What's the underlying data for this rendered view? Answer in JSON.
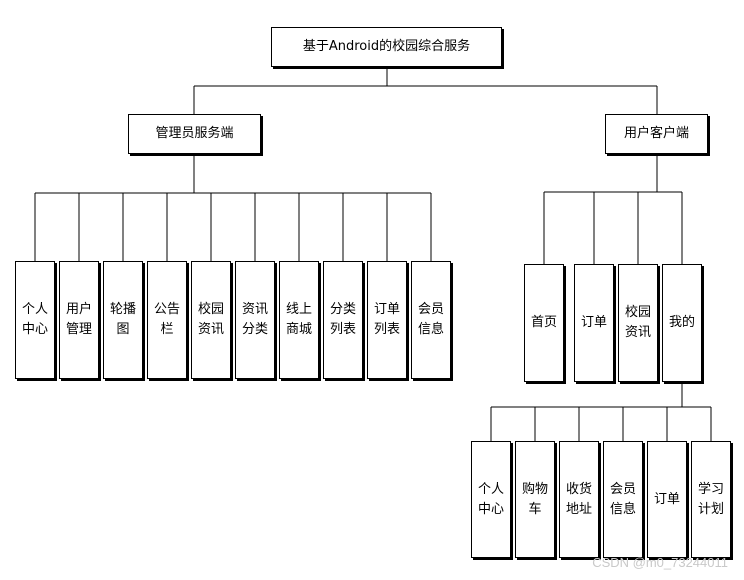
{
  "root": "基于Android的校园综合服务",
  "admin": {
    "title": "管理员服务端",
    "items": [
      "个人中心",
      "用户管理",
      "轮播图",
      "公告栏",
      "校园资讯",
      "资讯分类",
      "线上商城",
      "分类列表",
      "订单列表",
      "会员信息"
    ]
  },
  "client": {
    "title": "用户客户端",
    "items": [
      "首页",
      "订单",
      "校园资讯",
      "我的"
    ],
    "mine_items": [
      "个人中心",
      "购物车",
      "收货地址",
      "会员信息",
      "订单",
      "学习计划"
    ]
  },
  "watermark": "CSDN @m0_73244011"
}
